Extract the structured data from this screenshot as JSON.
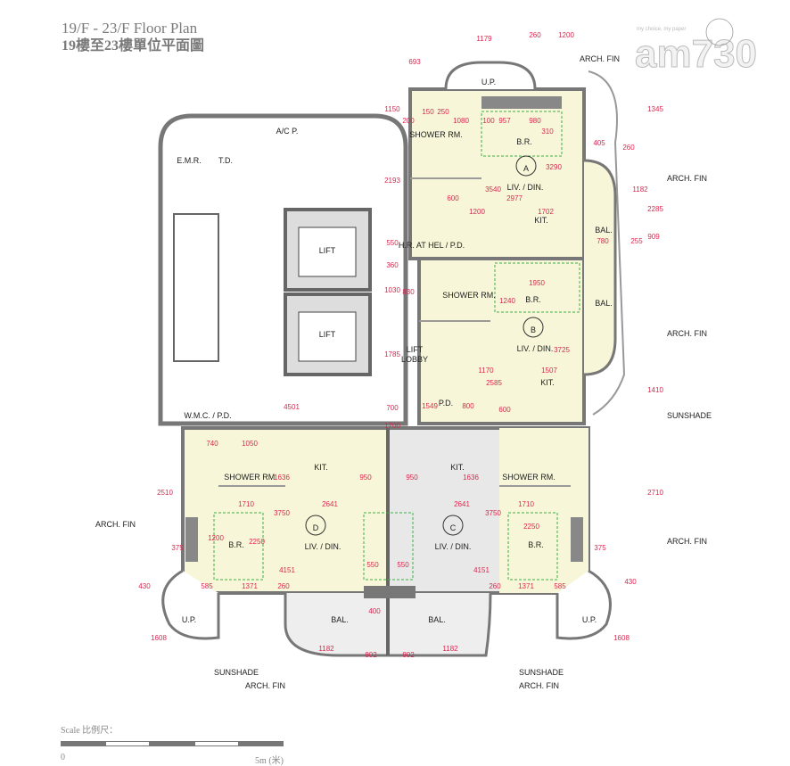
{
  "title": {
    "en": "19/F - 23/F Floor Plan",
    "zh": "19樓至23樓單位平面圖"
  },
  "logo": {
    "text": "am730",
    "tagline": "my choice, my paper"
  },
  "scale": {
    "label": "Scale 比例尺：",
    "start": "0",
    "end": "5m (米)"
  },
  "colors": {
    "unit_fill": "#f7f6d8",
    "common_fill": "#e4e4e4",
    "dimension": "#d9284f",
    "wall": "#9a9a9a",
    "dashed_furniture": "#3cb043"
  },
  "units": [
    {
      "id": "A",
      "rooms": [
        "B.R.",
        "LIV. / DIN.",
        "KIT.",
        "SHOWER RM.",
        "U.P.",
        "BAL."
      ]
    },
    {
      "id": "B",
      "rooms": [
        "B.R.",
        "LIV. / DIN.",
        "KIT.",
        "SHOWER RM.",
        "BAL."
      ]
    },
    {
      "id": "C",
      "rooms": [
        "B.R.",
        "LIV. / DIN.",
        "KIT.",
        "SHOWER RM.",
        "BAL.",
        "U.P."
      ]
    },
    {
      "id": "D",
      "rooms": [
        "B.R.",
        "LIV. / DIN.",
        "KIT.",
        "SHOWER RM.",
        "BAL.",
        "U.P."
      ]
    }
  ],
  "common": {
    "acp": "A/C P.",
    "emr": "E.M.R.",
    "td": "T.D.",
    "lift1": "LIFT",
    "lift2": "LIFT",
    "lobby1": "LIFT",
    "lobby2": "LOBBY",
    "wmc": "W.M.C. / P.D.",
    "pd": "P.D.",
    "hr": "H.R. AT HEL / P.D."
  },
  "annotations": [
    "ARCH. FIN",
    "ARCH. FIN",
    "ARCH. FIN",
    "ARCH. FIN",
    "ARCH. FIN",
    "ARCH. FIN",
    "ARCH. FIN",
    "SUNSHADE",
    "SUNSHADE",
    "SUNSHADE"
  ],
  "dimensions": [
    "1179",
    "260",
    "1200",
    "693",
    "1150",
    "200",
    "150",
    "250",
    "1080",
    "100",
    "957",
    "980",
    "310",
    "1345",
    "405",
    "260",
    "3290",
    "2193",
    "3540",
    "2977",
    "1200",
    "600",
    "1702",
    "780",
    "255",
    "2285",
    "1182",
    "909",
    "550",
    "360",
    "1030",
    "830",
    "1950",
    "1240",
    "3725",
    "1785",
    "1170",
    "1507",
    "2585",
    "1410",
    "4501",
    "1549",
    "700",
    "1700",
    "740",
    "1050",
    "2510",
    "1636",
    "950",
    "950",
    "1636",
    "2710",
    "3750",
    "2641",
    "1710",
    "1200",
    "2250",
    "3750",
    "2641",
    "1710",
    "2250",
    "375",
    "4151",
    "550",
    "550",
    "4151",
    "375",
    "585",
    "1371",
    "260",
    "260",
    "1371",
    "585",
    "430",
    "1608",
    "1182",
    "802",
    "802",
    "1182",
    "1608",
    "430",
    "400",
    "800",
    "600"
  ]
}
